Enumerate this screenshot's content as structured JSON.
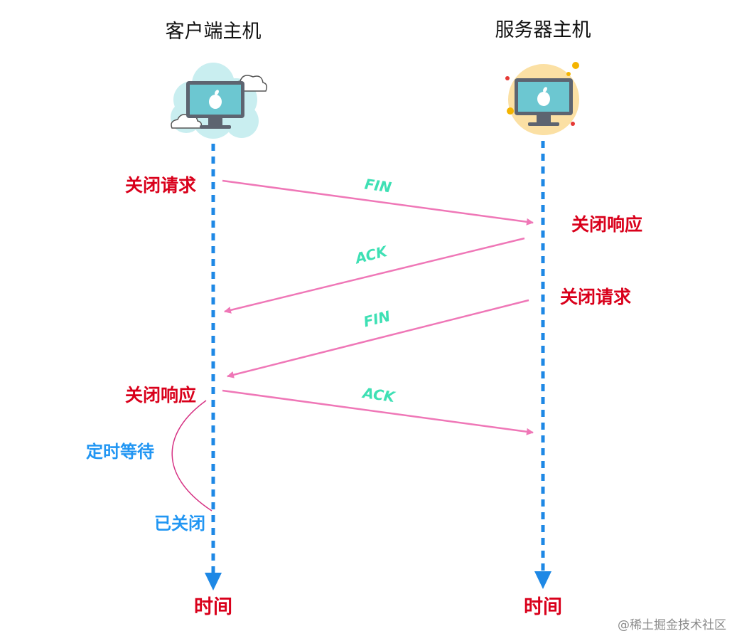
{
  "hosts": {
    "client": {
      "title": "客户端主机",
      "icon": "computer-icon"
    },
    "server": {
      "title": "服务器主机",
      "icon": "computer-icon"
    }
  },
  "client_states": {
    "close_request": "关闭请求",
    "close_response": "关闭响应",
    "timed_wait": "定时等待",
    "closed": "已关闭"
  },
  "server_states": {
    "close_response": "关闭响应",
    "close_request": "关闭请求"
  },
  "messages": [
    {
      "label": "FIN",
      "from": "client",
      "to": "server"
    },
    {
      "label": "ACK",
      "from": "server",
      "to": "client"
    },
    {
      "label": "FIN",
      "from": "server",
      "to": "client"
    },
    {
      "label": "ACK",
      "from": "client",
      "to": "server"
    }
  ],
  "time_labels": {
    "client": "时间",
    "server": "时间"
  },
  "watermark": "@稀土掘金技术社区",
  "colors": {
    "timeline": "#1e88e5",
    "arrow": "#ef77b7",
    "state_label": "#d9001b",
    "timer_label": "#2196f3",
    "message_label": "#3ee0b4"
  }
}
